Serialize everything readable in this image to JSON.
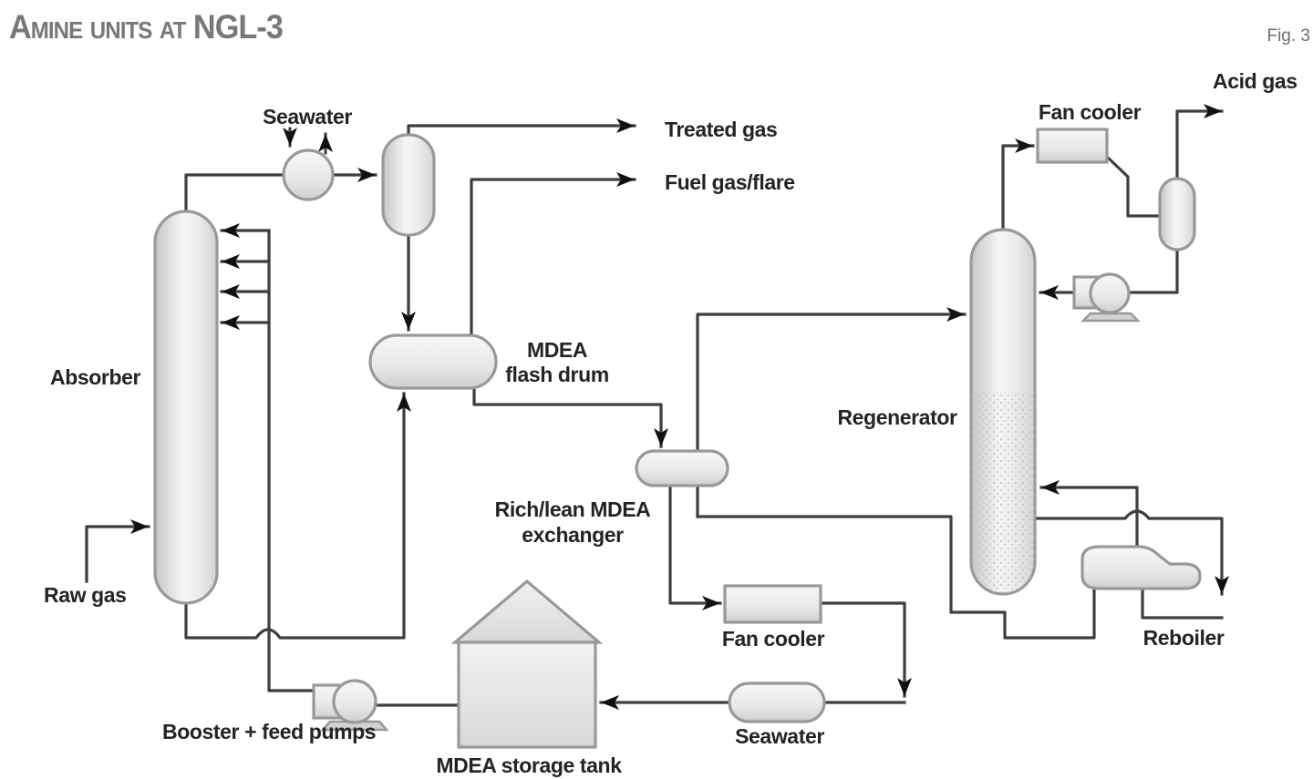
{
  "title": "Amine units at NGL-3",
  "figure_label": "Fig. 3",
  "labels": {
    "absorber": "Absorber",
    "raw_gas": "Raw gas",
    "seawater_top": "Seawater",
    "treated_gas": "Treated gas",
    "fuel_gas_flare": "Fuel gas/flare",
    "flash_drum_line1": "MDEA",
    "flash_drum_line2": "flash drum",
    "exchanger_line1": "Rich/lean MDEA",
    "exchanger_line2": "exchanger",
    "regenerator": "Regenerator",
    "fan_cooler_top": "Fan cooler",
    "acid_gas": "Acid gas",
    "reboiler": "Reboiler",
    "fan_cooler_bottom": "Fan cooler",
    "seawater_bottom": "Seawater",
    "storage_tank": "MDEA storage tank",
    "booster_pumps": "Booster + feed pumps"
  },
  "diagram": {
    "type": "process-flow-diagram",
    "equipment": [
      "Absorber column",
      "Seawater trim cooler (overhead)",
      "Treated gas knockout drum",
      "MDEA flash drum",
      "Rich/lean MDEA exchanger",
      "Regenerator column",
      "Fan cooler (regenerator overhead)",
      "Reflux drum",
      "Reflux pump",
      "Reboiler",
      "Fan cooler (lean amine)",
      "Seawater cooler (lean amine)",
      "MDEA storage tank",
      "Booster + feed pumps"
    ],
    "streams": [
      {
        "from": "Raw gas",
        "to": "Absorber (lower side inlet)"
      },
      {
        "from": "Absorber overhead",
        "to": "Seawater cooler then knockout drum"
      },
      {
        "from": "Knockout drum overhead",
        "to": "Treated gas"
      },
      {
        "from": "Flash drum vapor",
        "to": "Fuel gas/flare"
      },
      {
        "from": "Absorber bottoms (rich MDEA)",
        "to": "MDEA flash drum"
      },
      {
        "from": "Flash drum liquid",
        "to": "Rich/lean MDEA exchanger"
      },
      {
        "from": "Exchanger rich side",
        "to": "Regenerator feed"
      },
      {
        "from": "Regenerator overhead",
        "to": "Fan cooler then reflux drum"
      },
      {
        "from": "Reflux drum vapor",
        "to": "Acid gas"
      },
      {
        "from": "Reflux pump",
        "to": "Regenerator reflux return"
      },
      {
        "from": "Regenerator bottoms",
        "to": "Reboiler"
      },
      {
        "from": "Reboiler vapor",
        "to": "Regenerator"
      },
      {
        "from": "Reboiler lean MDEA",
        "to": "Rich/lean exchanger, fan cooler, seawater cooler"
      },
      {
        "from": "Seawater cooler",
        "to": "MDEA storage tank"
      },
      {
        "from": "Storage tank via booster + feed pumps",
        "to": "Absorber top (lean MDEA)"
      }
    ]
  },
  "colors": {
    "background": "#ffffff",
    "line": "#3e3e3e",
    "vessel_stroke": "#999999",
    "vessel_fill_light": "#f4f4f4",
    "vessel_fill_dark": "#cccccc",
    "arrowhead": "#111111",
    "title": "#787878",
    "label": "#242424"
  }
}
